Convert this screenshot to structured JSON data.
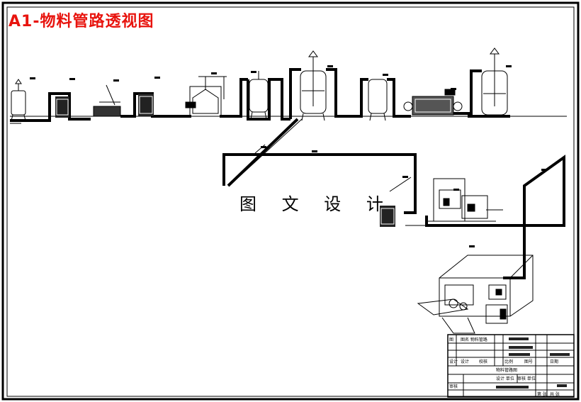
{
  "title": "A1-物料管路透视图",
  "watermark": "图 文 设 计",
  "colors": {
    "title": "#e8140e",
    "line": "#000000",
    "background": "#ffffff"
  },
  "title_block": {
    "row_labels": [
      "图",
      "设计",
      "审核"
    ],
    "cells": [
      "图名 物料管路",
      "设计",
      "校核",
      "比例",
      "图号",
      "日期",
      "第 张",
      "共 张",
      "物料管路图",
      "设计 单位",
      "审核 单位"
    ]
  }
}
